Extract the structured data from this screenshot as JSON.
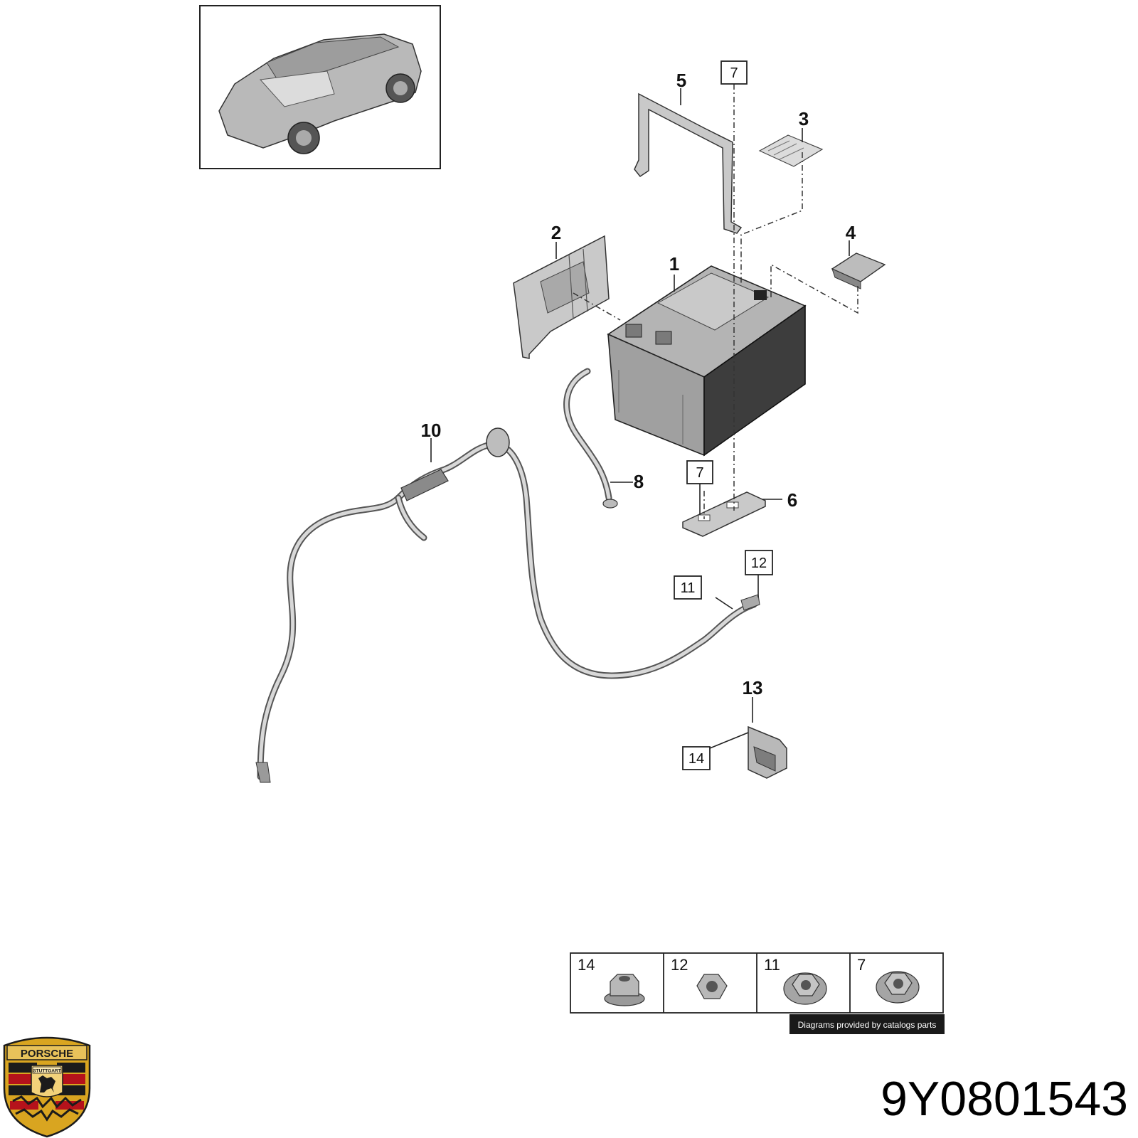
{
  "callouts": {
    "c1": "1",
    "c2": "2",
    "c3": "3",
    "c4": "4",
    "c5": "5",
    "c6": "6",
    "c8": "8",
    "c10": "10",
    "c13": "13"
  },
  "boxed_refs": {
    "b7_top": "7",
    "b7_bottom": "7",
    "b11": "11",
    "b12": "12",
    "b14": "14"
  },
  "fastener_table": [
    {
      "num": "14",
      "icon": "flange-nut-icon"
    },
    {
      "num": "12",
      "icon": "hex-nut-icon"
    },
    {
      "num": "11",
      "icon": "flange-nut-icon"
    },
    {
      "num": "7",
      "icon": "flange-nut-icon"
    }
  ],
  "credit_text": "Diagrams provided by catalogs parts",
  "part_number": "9Y0801543",
  "logo": {
    "brand_text": "PORSCHE",
    "city_text": "STUTTGART",
    "colors": {
      "gold": "#d9a520",
      "red": "#b5121b",
      "black": "#1b1b1b"
    }
  }
}
